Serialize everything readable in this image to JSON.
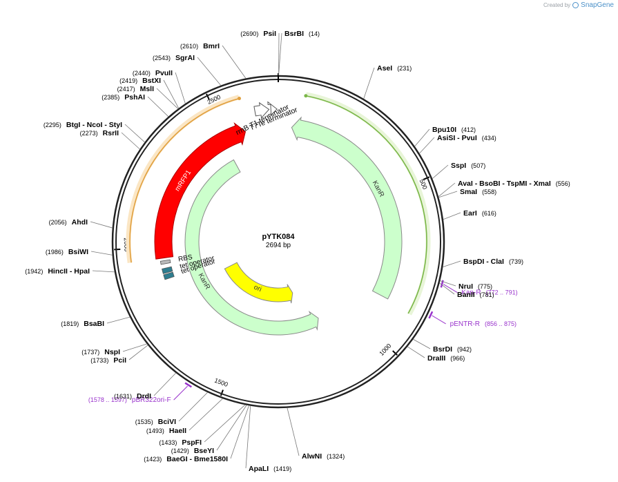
{
  "credit": {
    "prefix": "Created by",
    "brand": "SnapGene"
  },
  "plasmid": {
    "name": "pYTK084",
    "length_bp": 2694,
    "length_label": "2694 bp"
  },
  "ticks": [
    {
      "bp": 500,
      "label": "500"
    },
    {
      "bp": 1000,
      "label": "1000"
    },
    {
      "bp": 1500,
      "label": "1500"
    },
    {
      "bp": 2000,
      "label": "2000"
    },
    {
      "bp": 2500,
      "label": "2500"
    }
  ],
  "features": [
    {
      "name": "KanR",
      "label": "KanR",
      "start": 50,
      "end": 880,
      "track": 2,
      "direction": -1,
      "color": "#ccffcc",
      "stroke": "#888888",
      "text_color": "#333333"
    },
    {
      "name": "KanR",
      "label": "KanR",
      "start": 1140,
      "end": 2480,
      "track": 3,
      "direction": -1,
      "color": "#ccffcc",
      "stroke": "#888888",
      "text_color": "#333333",
      "_note": "drawn on inner track"
    },
    {
      "name": "ori",
      "label": "ori",
      "start": 1230,
      "end": 1820,
      "track": 4,
      "direction": -1,
      "color": "#ffff00",
      "stroke": "#888888",
      "text_color": "#333333"
    },
    {
      "name": "mRFP1",
      "label": "mRFP1",
      "start": 1960,
      "end": 2570,
      "track": 2,
      "direction": 1,
      "color": "#ff0000",
      "stroke": "#aa0000",
      "text_color": "#ffffff"
    },
    {
      "name": "rrnB T1 terminator",
      "label": "rrnB T1 terminator",
      "start": 2618,
      "end": 2664,
      "track": 1,
      "direction": 1,
      "color": "#ffffff",
      "stroke": "#555555",
      "text_color": "#000000"
    },
    {
      "name": "T7Te terminator",
      "label": "T7Te terminator",
      "start": 2670,
      "end": 2690,
      "track": 1,
      "direction": 1,
      "color": "#ffffff",
      "stroke": "#555555",
      "text_color": "#000000"
    }
  ],
  "boxes": [
    {
      "name": "RBS",
      "label": "RBS",
      "start": 1938,
      "end": 1950,
      "color": "#bbbbbb"
    },
    {
      "name": "tet operator",
      "label": "tet operator",
      "start": 1904,
      "end": 1922,
      "color": "#2e7d8f"
    },
    {
      "name": "tet operator",
      "label": "tet operator",
      "start": 1882,
      "end": 1900,
      "color": "#2e7d8f"
    }
  ],
  "outer_features": [
    {
      "name": "kanr-outer",
      "start": 80,
      "end": 890,
      "color": "#7ab648",
      "fill": "#e8f5d8",
      "direction": -1
    },
    {
      "name": "mrfp1-outer",
      "start": 1960,
      "end": 2580,
      "color": "#e0a040",
      "fill": "#fbe6c4",
      "direction": 1
    }
  ],
  "enzymes": [
    {
      "pos": "(2690)",
      "name": "PsiI",
      "label_side": "left"
    },
    {
      "pos": "(14)",
      "name": "BsrBI",
      "label_side": "right"
    },
    {
      "pos": "(231)",
      "name": "AseI",
      "label_side": "right"
    },
    {
      "pos": "(412)",
      "name": "Bpu10I",
      "label_side": "right"
    },
    {
      "pos": "(434)",
      "name": "AsiSI - PvuI",
      "label_side": "right"
    },
    {
      "pos": "(507)",
      "name": "SspI",
      "label_side": "right"
    },
    {
      "pos": "(556)",
      "name": "AvaI - BsoBI - TspMI - XmaI",
      "label_side": "right"
    },
    {
      "pos": "(558)",
      "name": "SmaI",
      "label_side": "right"
    },
    {
      "pos": "(616)",
      "name": "EarI",
      "label_side": "right"
    },
    {
      "pos": "(739)",
      "name": "BspDI - ClaI",
      "label_side": "right"
    },
    {
      "pos": "(775)",
      "name": "NruI",
      "label_side": "right"
    },
    {
      "pos": "(781)",
      "name": "BanII",
      "label_side": "right"
    },
    {
      "pos": "(942)",
      "name": "BsrDI",
      "label_side": "right"
    },
    {
      "pos": "(966)",
      "name": "DraIII",
      "label_side": "right"
    },
    {
      "pos": "(1324)",
      "name": "AlwNI",
      "label_side": "right"
    },
    {
      "pos": "(1419)",
      "name": "ApaLI",
      "label_side": "right"
    },
    {
      "pos": "(1423)",
      "name": "BaeGI - Bme1580I",
      "label_side": "left"
    },
    {
      "pos": "(1429)",
      "name": "BseYI",
      "label_side": "left"
    },
    {
      "pos": "(1433)",
      "name": "PspFI",
      "label_side": "left"
    },
    {
      "pos": "(1493)",
      "name": "HaeII",
      "label_side": "left"
    },
    {
      "pos": "(1535)",
      "name": "BciVI",
      "label_side": "left"
    },
    {
      "pos": "(1631)",
      "name": "DrdI",
      "label_side": "left"
    },
    {
      "pos": "(1733)",
      "name": "PciI",
      "label_side": "left"
    },
    {
      "pos": "(1737)",
      "name": "NspI",
      "label_side": "left"
    },
    {
      "pos": "(1819)",
      "name": "BsaBI",
      "label_side": "left"
    },
    {
      "pos": "(1942)",
      "name": "HincII - HpaI",
      "label_side": "left"
    },
    {
      "pos": "(1986)",
      "name": "BsiWI",
      "label_side": "left"
    },
    {
      "pos": "(2056)",
      "name": "AhdI",
      "label_side": "left"
    },
    {
      "pos": "(2273)",
      "name": "RsrII",
      "label_side": "left"
    },
    {
      "pos": "(2295)",
      "name": "BtgI - NcoI - StyI",
      "label_side": "left"
    },
    {
      "pos": "(2385)",
      "name": "PshAI",
      "label_side": "left"
    },
    {
      "pos": "(2417)",
      "name": "MslI",
      "label_side": "left"
    },
    {
      "pos": "(2419)",
      "name": "BstXI",
      "label_side": "left"
    },
    {
      "pos": "(2440)",
      "name": "PvuII",
      "label_side": "left"
    },
    {
      "pos": "(2543)",
      "name": "SgrAI",
      "label_side": "left"
    },
    {
      "pos": "(2610)",
      "name": "BmrI",
      "label_side": "left"
    }
  ],
  "primers": [
    {
      "name": "Kan-R",
      "pos": "(772 .. 791)",
      "start": 772,
      "end": 791,
      "color": "#9933cc"
    },
    {
      "name": "pENTR-R",
      "pos": "(856 .. 875)",
      "start": 856,
      "end": 875,
      "color": "#9933cc"
    },
    {
      "name": "pBR322ori-F",
      "pos": "(1578 .. 1597)",
      "start": 1578,
      "end": 1597,
      "color": "#9933cc"
    }
  ]
}
